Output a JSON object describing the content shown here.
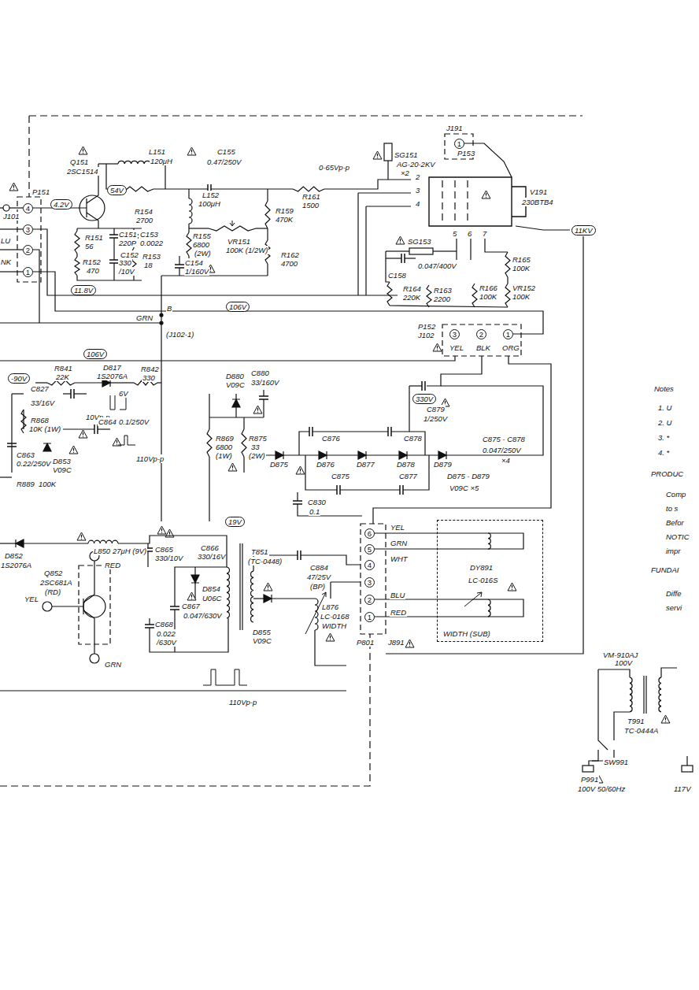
{
  "diagram": {
    "nodes": [
      {
        "text": [
          "DY891",
          "LC-016S",
          "WIDTH (SUB)"
        ]
      }
    ],
    "labels": [
      "Q151",
      "2SC1514",
      "L151",
      "120μH",
      "C155",
      "0.47/250V",
      "54V",
      "4.2V",
      "R154",
      "2700",
      "L152",
      "100μH",
      "R155",
      "6800",
      "(2W)",
      "R159",
      "470K",
      "VR151",
      "100K (1/2W)",
      "R162",
      "4700",
      "C154",
      "1/160V",
      "R151",
      "56",
      "C151",
      "220P",
      "C153",
      "0.0022",
      "R152",
      "470",
      "C152",
      "330",
      "/10V",
      "R153",
      "18",
      "J101",
      "P151",
      "4",
      "3",
      "2",
      "1",
      "LU",
      "NK",
      "0-65Vp-p",
      "R161",
      "1500",
      "SG151",
      "AG-20-2KV",
      "×2",
      "J191",
      "P153",
      "1",
      "2",
      "3",
      "4",
      "V191",
      "230BTB4",
      "5",
      "6",
      "7",
      "11KV",
      "SG153",
      "C158",
      "0.047/400V",
      "R164",
      "220K",
      "R163",
      "2200",
      "R166",
      "100K",
      "VR152",
      "100K",
      "R165",
      "100K",
      "11.8V",
      "106V",
      "B",
      "GRN",
      "(J102-1)",
      "P152",
      "J102",
      "3",
      "2",
      "1",
      "YEL",
      "BLK",
      "ORG",
      "106V",
      "-90V",
      "R841",
      "22K",
      "D817",
      "1S2076A",
      "R842",
      "330",
      "C827",
      "33/16V",
      "10Vp-p",
      "6V",
      "R868",
      "10K (1W)",
      "C864",
      "0.1/250V",
      "C863",
      "0.22/250V",
      "D853",
      "V09C",
      "110Vp-p",
      "R889",
      "100K",
      "D880",
      "V09C",
      "C880",
      "33/160V",
      "R869",
      "6800",
      "(1W)",
      "R875",
      "33",
      "(2W)",
      "330V",
      "C879",
      "1/250V",
      "C876",
      "C878",
      "C875 - C878",
      "0.047/250V",
      "×4",
      "D875",
      "D876",
      "D877",
      "D878",
      "D879",
      "C875",
      "C877",
      "D875 - D879",
      "V09C ×5",
      "C830",
      "0.1",
      "19V",
      "6",
      "5",
      "4",
      "3",
      "2",
      "1",
      "YEL",
      "GRN",
      "WHT",
      "BLU",
      "RED",
      "P801",
      "J891",
      "D852",
      "1S2076A",
      "L850",
      "27μH (9V)",
      "C865",
      "330/10V",
      "Q852",
      "2SC681A",
      "(RD)",
      "RED",
      "YEL",
      "GRN",
      "T851",
      "(TC-0448)",
      "C866",
      "330/16V",
      "C884",
      "47/25V",
      "(BP)",
      "D854",
      "U06C",
      "C867",
      "0.047/630V",
      "C868",
      "0.022",
      "/630V",
      "D855",
      "V09C",
      "L876",
      "LC-0168",
      "WIDTH",
      "110Vp-p",
      "Notes",
      "1. U",
      "2. U",
      "3. *",
      "4. *",
      "PRODUC",
      "Comp",
      "to s",
      "Befor",
      "NOTIC",
      "impr",
      "FUNDAI",
      "Diffe",
      "servi",
      "VM-910AJ",
      "100V",
      "T991",
      "TC-0444A",
      "SW991",
      "P991",
      "100V 50/60Hz",
      "117V"
    ]
  }
}
